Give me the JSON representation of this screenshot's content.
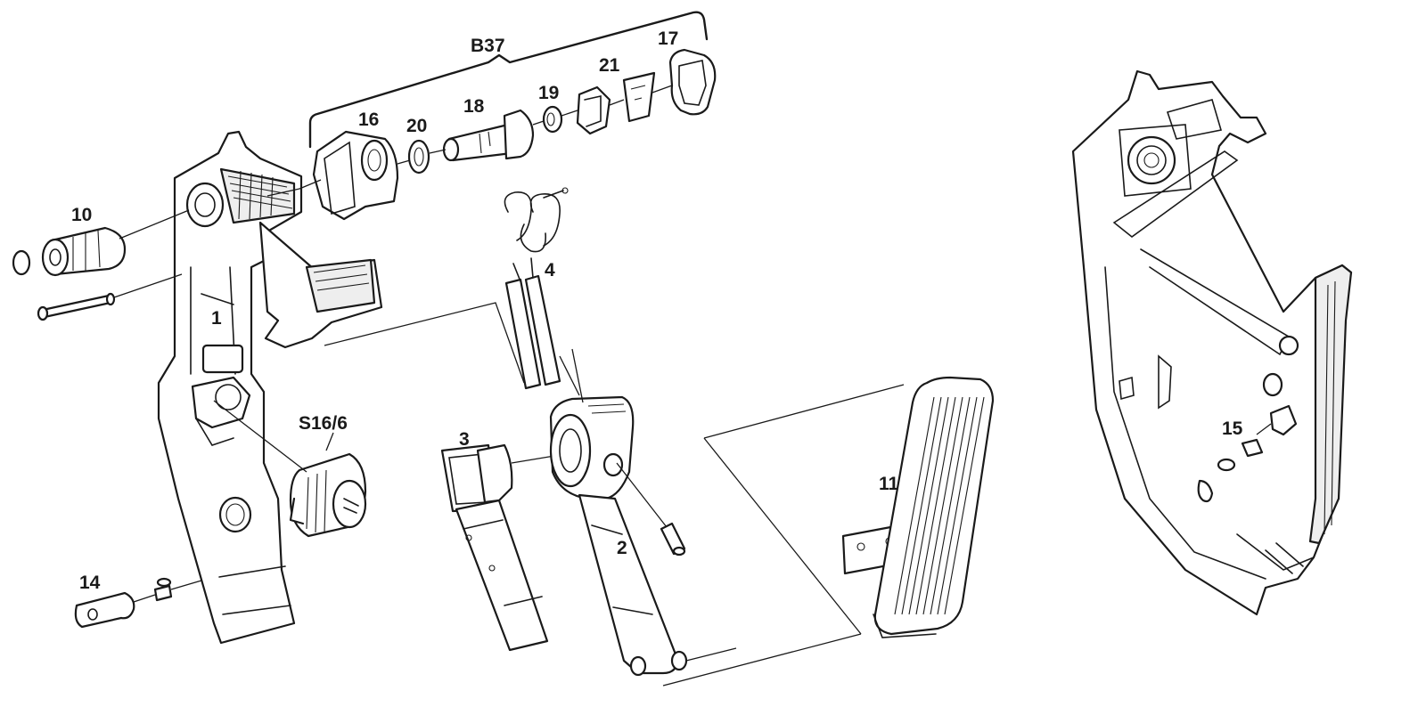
{
  "diagram": {
    "group_label": "B37",
    "callouts": {
      "c1": "1",
      "c2": "2",
      "c3": "3",
      "c4": "4",
      "c10": "10",
      "c11": "11",
      "c14": "14",
      "c15": "15",
      "c16": "16",
      "c17": "17",
      "c18": "18",
      "c19": "19",
      "c20": "20",
      "c21": "21",
      "cS16": "S16/6"
    }
  }
}
